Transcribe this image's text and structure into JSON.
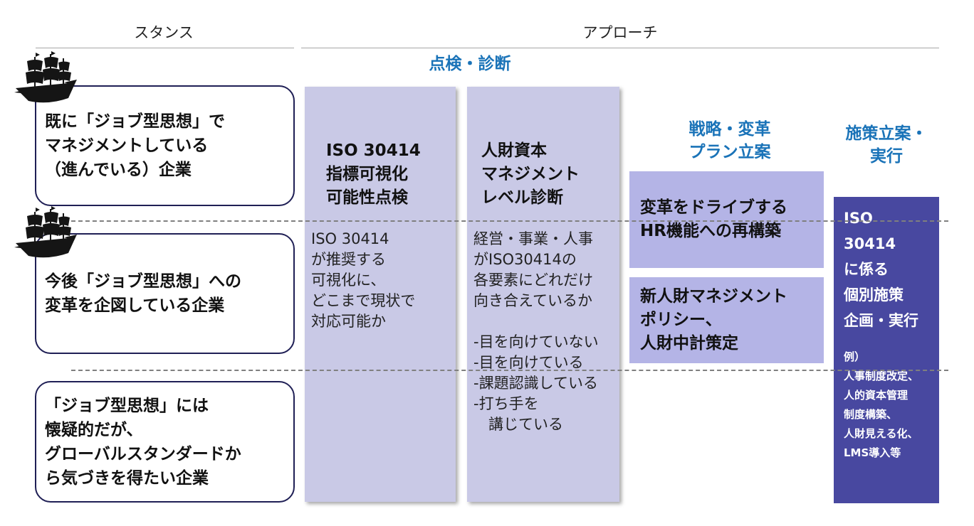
{
  "headers": {
    "stance": "スタンス",
    "approach": "アプローチ"
  },
  "stances": [
    "既に「ジョブ型思想」で\nマネジメントしている\n（進んでいる）企業",
    "今後「ジョブ型思想」への\n変革を企図している企業",
    "「ジョブ型思想」には\n懐疑的だが、\nグローバルスタンダードか\nら気づきを得たい企業"
  ],
  "phases": {
    "inspection": "点検・診断",
    "strategy": "戦略・変革\nプラン立案",
    "execution": "施策立案・\n実行"
  },
  "columns": [
    {
      "title": "ISO 30414\n指標可視化\n可能性点検",
      "body": "ISO 30414\nが推奨する\n可視化に、\nどこまで現状で\n対応可能か"
    },
    {
      "title": "人財資本\nマネジメント\nレベル診断",
      "body": "経営・事業・人事\nがISO30414の\n各要素にどれだけ\n向き合えているか\n\n-目を向けていない\n-目を向けている\n-課題認識している\n-打ち手を\n　講じている"
    }
  ],
  "strategy_boxes": [
    "変革をドライブする\nHR機能への再構築",
    "新人財マネジメント\nポリシー、\n人財中計策定"
  ],
  "execution_box": {
    "title": "ISO\n30414\nに係る\n個別施策\n企画・実行",
    "example": "例）\n人事制度改定、\n人的資本管理\n制度構築、\n人財見える化、\nLMS導入等"
  },
  "colors": {
    "accent_blue": "#1a73b8",
    "column_bg": "#c9c9e6",
    "lavender": "#b4b4e6",
    "navy": "#4848a0",
    "stance_border": "#1f1f55"
  },
  "icons": [
    "pirate-ship-icon"
  ]
}
